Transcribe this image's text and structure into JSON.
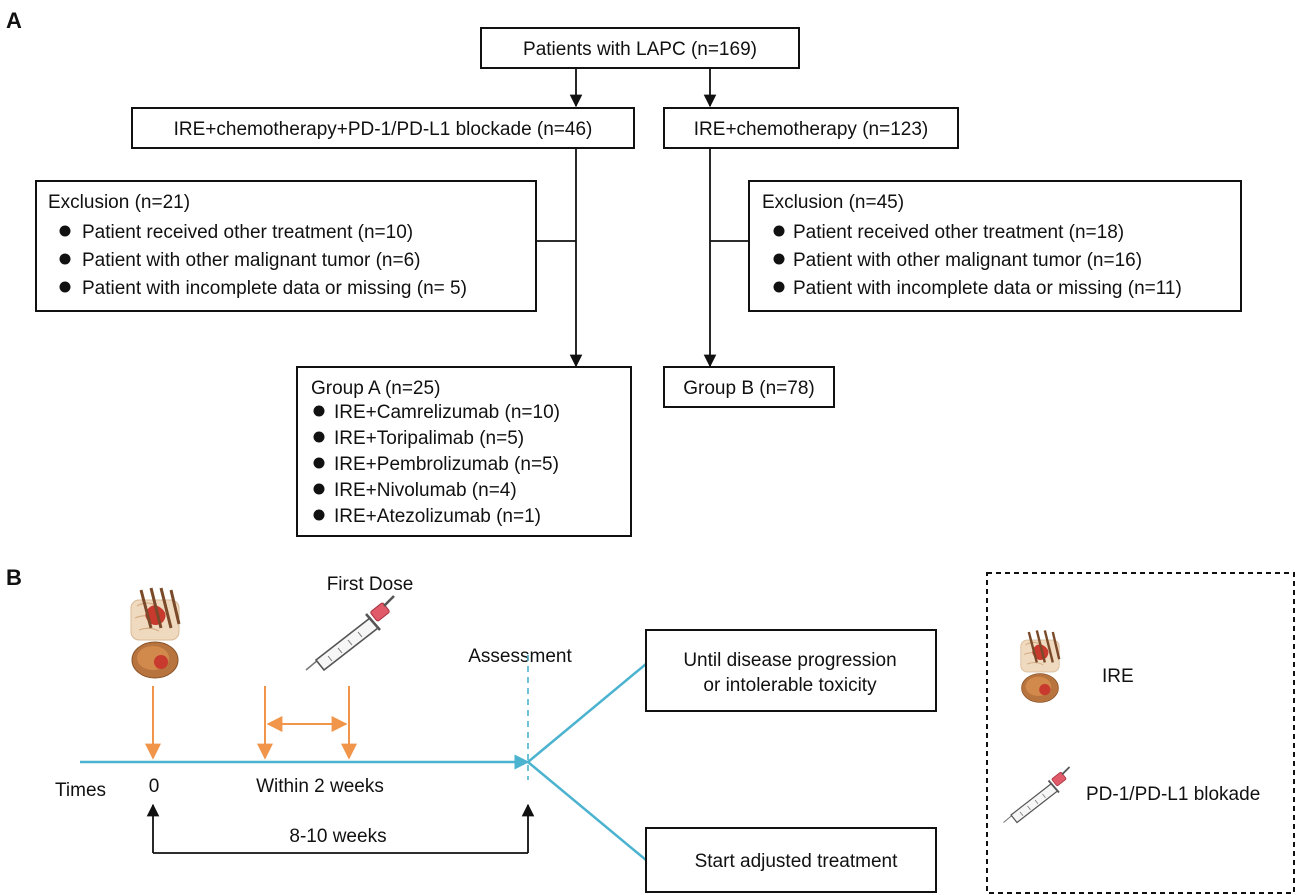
{
  "panel_a": {
    "label": "A",
    "top_box": "Patients with LAPC (n=169)",
    "left_arm": "IRE+chemotherapy+PD-1/PD-L1 blockade (n=46)",
    "right_arm": "IRE+chemotherapy (n=123)",
    "left_exclusion": {
      "title": "Exclusion (n=21)",
      "items": [
        "Patient received other treatment (n=10)",
        "Patient with other malignant tumor (n=6)",
        "Patient with incomplete data or missing (n= 5)"
      ]
    },
    "right_exclusion": {
      "title": "Exclusion (n=45)",
      "items": [
        "Patient received other treatment (n=18)",
        "Patient with other malignant tumor (n=16)",
        "Patient with incomplete data or missing (n=11)"
      ]
    },
    "group_a": {
      "title": "Group A (n=25)",
      "items": [
        "IRE+Camrelizumab (n=10)",
        "IRE+Toripalimab (n=5)",
        "IRE+Pembrolizumab (n=5)",
        "IRE+Nivolumab (n=4)",
        "IRE+Atezolizumab (n=1)"
      ]
    },
    "group_b": "Group B (n=78)"
  },
  "panel_b": {
    "label": "B",
    "first_dose": "First Dose",
    "assessment": "Assessment",
    "times": "Times",
    "zero": "0",
    "within": "Within 2 weeks",
    "interval": "8-10 weeks",
    "outcome_upper": [
      "Until disease progression",
      "or intolerable toxicity"
    ],
    "outcome_lower": "Start adjusted treatment",
    "legend": {
      "ire": "IRE",
      "blockade": "PD-1/PD-L1 blokade"
    }
  },
  "colors": {
    "timeline": "#4bb3cf",
    "markers": "#f0954a",
    "tumor": "#c8392e"
  }
}
